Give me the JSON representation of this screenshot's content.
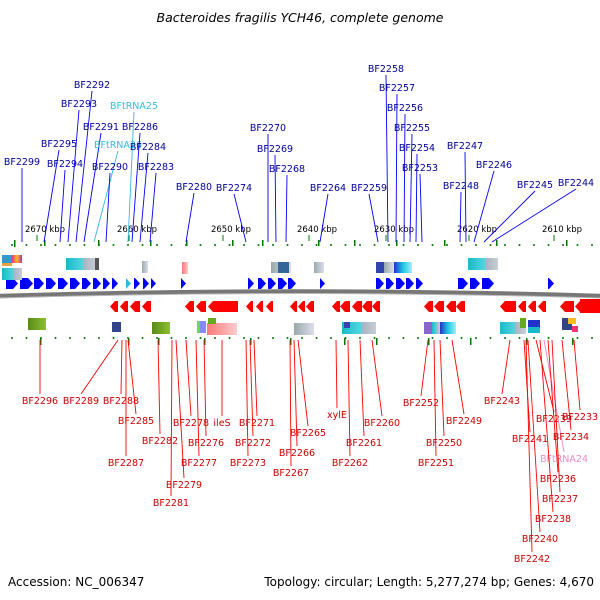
{
  "title": "Bacteroides fragilis YCH46, complete genome",
  "footer": {
    "accession": "Accession: NC_006347",
    "summary": "Topology: circular; Length: 5,277,274 bp; Genes: 4,670"
  },
  "colors": {
    "forward": "#0000ff",
    "reverse": "#ff0000",
    "rna": "#33bbdd",
    "rna_reverse": "#ee88cc",
    "backbone": "#777777",
    "tick": "#007700",
    "label_forward": "#000099",
    "label_reverse": "#cc0000"
  },
  "ruler_ticks": [
    "2670 kbp",
    "2660 kbp",
    "2650 kbp",
    "2640 kbp",
    "2630 kbp",
    "2620 kbp",
    "2610 kbp"
  ],
  "forward_genes": [
    "BF2299",
    "BF2295",
    "BF2294",
    "BF2293",
    "BF2292",
    "BF2291",
    "BFtRNA26",
    "BF2290",
    "BFtRNA25",
    "BF2286",
    "BF2284",
    "BF2283",
    "BF2280",
    "BF2274",
    "BF2270",
    "BF2269",
    "BF2268",
    "BF2264",
    "BF2259",
    "BF2258",
    "BF2257",
    "BF2256",
    "BF2255",
    "BF2254",
    "BF2253",
    "BF2248",
    "BF2247",
    "BF2246",
    "BF2245",
    "BF2244"
  ],
  "reverse_genes": [
    "BF2296",
    "BF2289",
    "BF2288",
    "BF2285",
    "BF2287",
    "BF2282",
    "BF2279",
    "BF2281",
    "BF2278",
    "BF2277",
    "ileS",
    "BF2276",
    "BF2271",
    "BF2272",
    "BF2273",
    "BF2265",
    "BF2266",
    "BF2267",
    "xylE",
    "BF2262",
    "BF2261",
    "BF2260",
    "BF2252",
    "BF2251",
    "BF2250",
    "BF2249",
    "BF2243",
    "BF2241",
    "BF2239",
    "BFtRNA24",
    "BF2236",
    "BF2237",
    "BF2238",
    "BF2240",
    "BF2242",
    "BF2234",
    "BF2233"
  ]
}
